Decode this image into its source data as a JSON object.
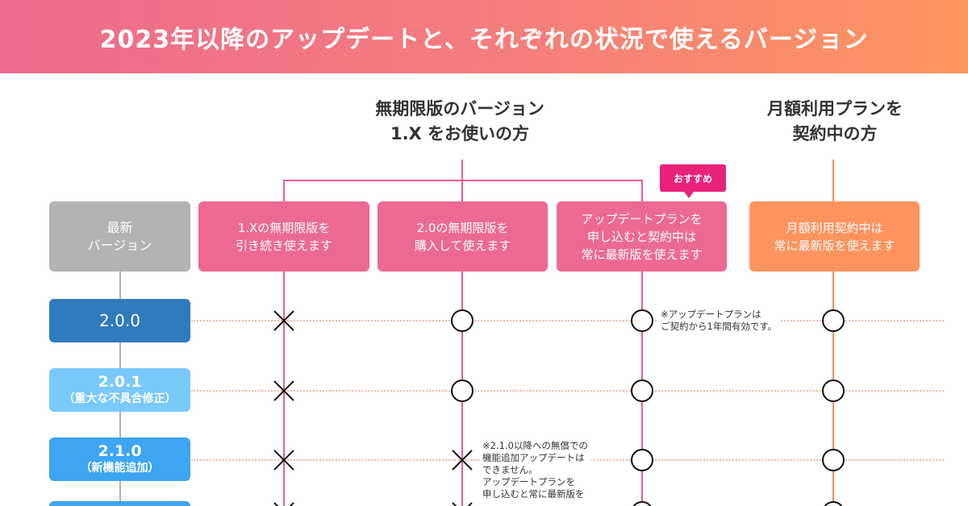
{
  "banner": {
    "title": "2023年以降のアップデートと、それぞれの状況で使えるバージョン",
    "gradient": [
      "#ec6b8e",
      "#fd955f"
    ]
  },
  "columns": {
    "perpetual_heading": [
      "無期限版のバージョン",
      "1.X をお使いの方"
    ],
    "subscription_heading": [
      "月額利用プランを",
      "契約中の方"
    ]
  },
  "header_boxes": {
    "latest_version": [
      "最新",
      "バージョン"
    ],
    "keep_1x": [
      "1.Xの無期限版を",
      "引き続き使えます"
    ],
    "buy_2_0": [
      "2.0の無期限版を",
      "購入して使えます"
    ],
    "update_plan": [
      "アップデートプランを",
      "申し込むと契約中は",
      "常に最新版を使えます"
    ],
    "monthly_plan": [
      "月額利用契約中は",
      "常に最新版を使えます"
    ],
    "recommended_badge": "おすすめ"
  },
  "versions": [
    {
      "number": "2.0.0",
      "subtitle": "",
      "marks": [
        "cross",
        "circle",
        "circle",
        "circle"
      ]
    },
    {
      "number": "2.0.1",
      "subtitle": "（重大な不具合修正）",
      "marks": [
        "cross",
        "circle",
        "circle",
        "circle"
      ]
    },
    {
      "number": "2.1.0",
      "subtitle": "（新機能追加）",
      "marks": [
        "cross",
        "cross",
        "circle",
        "circle"
      ]
    }
  ],
  "notes": {
    "update_plan_validity": [
      "※アップデートプランは",
      "ご契約から1年間有効です。"
    ],
    "no_free_feature_update": [
      "※2.1.0以降への無償での",
      "機能追加アップデートは",
      "できません。",
      "アップデートプランを",
      "申し込むと常に最新版を"
    ]
  },
  "colors": {
    "pink": "#ec6a90",
    "orange": "#fd935f",
    "gray": "#b3b3b3",
    "version_dark": "#2f7bbd",
    "version_light": "#79c9fb",
    "version_mid": "#3ea5f2",
    "badge": "#e8227a"
  }
}
